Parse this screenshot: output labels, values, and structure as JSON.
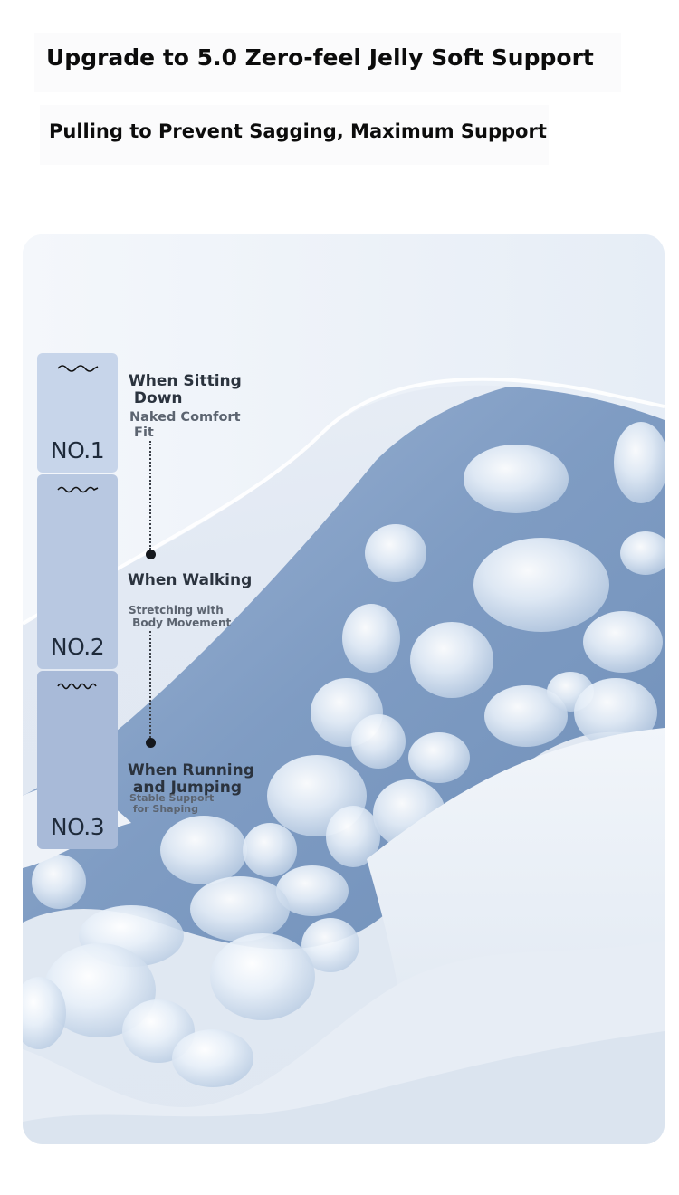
{
  "headline": {
    "title": "Upgrade to 5.0 Zero-feel Jelly Soft Support",
    "subtitle": "Pulling to Prevent Sagging, Maximum Support"
  },
  "stages": [
    {
      "number": "NO.1",
      "title": "When Sitting\n Down",
      "subtitle": "Naked Comfort\n Fit",
      "icon": "wave-icon"
    },
    {
      "number": "NO.2",
      "title": "When Walking",
      "subtitle": "Stretching with\n Body Movement",
      "icon": "wave-icon"
    },
    {
      "number": "NO.3",
      "title": "When Running\n and Jumping",
      "subtitle": "Stable Support\n for Shaping",
      "icon": "wave-icon"
    }
  ],
  "colors": {
    "badge_1": "#c7d5ea",
    "badge_2": "#b8c8e1",
    "badge_3": "#a8bad8",
    "fabric_blue": "#8aa5c8",
    "text_dark": "#2b333e"
  }
}
